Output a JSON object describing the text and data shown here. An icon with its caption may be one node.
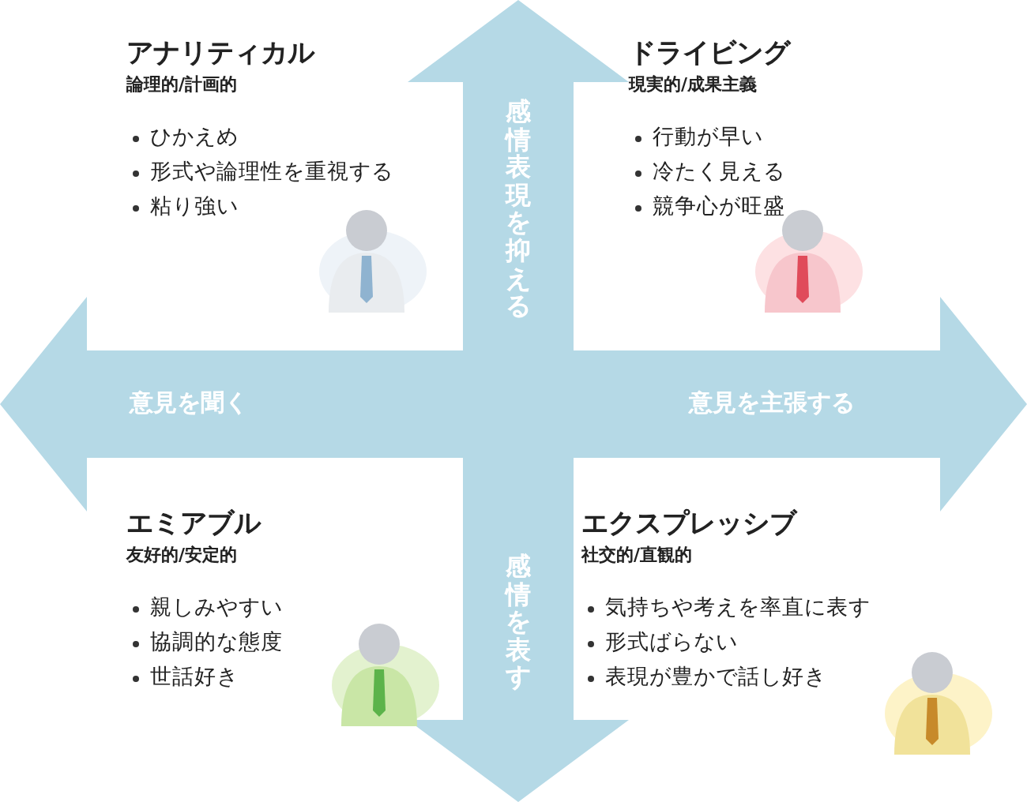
{
  "diagram": {
    "labels": [
      "アナリティカル",
      "論理的/計画的",
      "ひかえめ",
      "形式や論理性を重視する",
      "粘り強い",
      "感情表現を抑える",
      "ドライビング",
      "現実的/成果主義",
      "行動が早い",
      "冷たく見える",
      "競争心が旺盛",
      "意見を聞く",
      "意見を主張する",
      "エミアブル",
      "友好的/安定的",
      "親しみやすい",
      "協調的な態度",
      "世話好き",
      "感情を表す",
      "エクスプレッシブ",
      "社交的/直観的",
      "気持ちや考えを率直に表す",
      "形式ばらない",
      "表現が豊かで話し好き"
    ]
  }
}
